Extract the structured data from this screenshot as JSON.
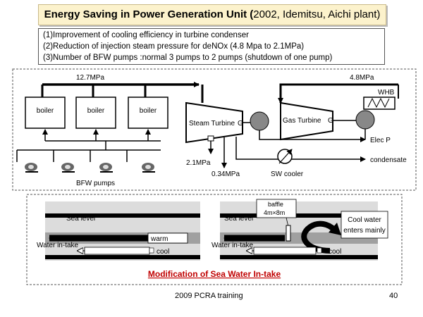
{
  "title": {
    "main": "Energy Saving in Power Generation Unit (",
    "rest": "2002, Idemitsu, Aichi plant)"
  },
  "bullets": [
    "(1)Improvement of cooling efficiency in turbine condenser",
    "(2)Reduction of injection steam pressure for deNOx (4.8 Mpa to 2.1MPa)",
    "(3)Number of BFW pumps :normal 3 pumps to 2 pumps (shutdown of one pump)"
  ],
  "plant": {
    "header_pressure": "12.7MPa",
    "boilers": [
      "boiler",
      "boiler",
      "boiler"
    ],
    "steam_turbine": "Steam Turbine",
    "gas_turbine": "Gas Turbine",
    "gen_marker": "G",
    "injection_pressure": "4.8MPa",
    "whb": "WHB",
    "elec": "Elec P",
    "condensate": "condensate",
    "sw_cooler": "SW cooler",
    "extract_1": "2.1MPa",
    "extract_2": "0.34MPa",
    "pumps_label": "BFW pumps"
  },
  "intake": {
    "sea_level": "Sea level",
    "water_intake": "Water in-take",
    "warm": "warm",
    "cool": "cool",
    "baffle": "baffle",
    "baffle_size": "4m×8m",
    "cool_water_1": "Cool water",
    "cool_water_2": "enters mainly",
    "caption": "Modification of Sea Water In-take"
  },
  "footer": {
    "training": "2009 PCRA training",
    "page": "40"
  }
}
